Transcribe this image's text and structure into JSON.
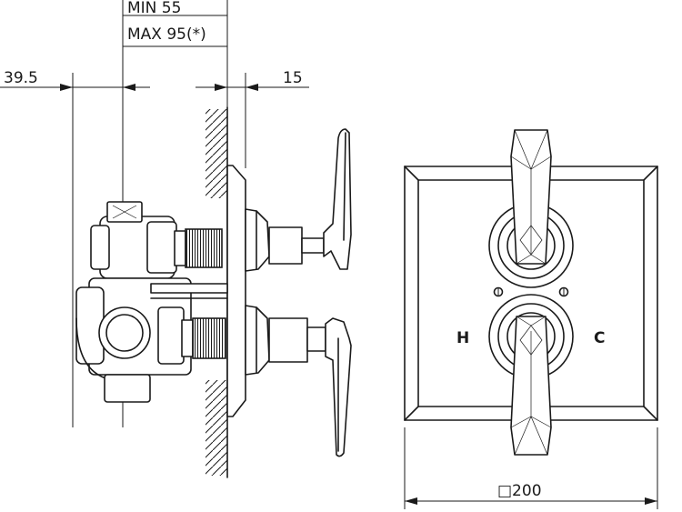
{
  "dimensions": {
    "min_depth": "MIN  55",
    "max_depth": "MAX  95(*)",
    "left_offset": "39.5",
    "wall_offset": "15",
    "plate_size": "□200"
  },
  "labels": {
    "hot": "H",
    "cold": "C"
  }
}
